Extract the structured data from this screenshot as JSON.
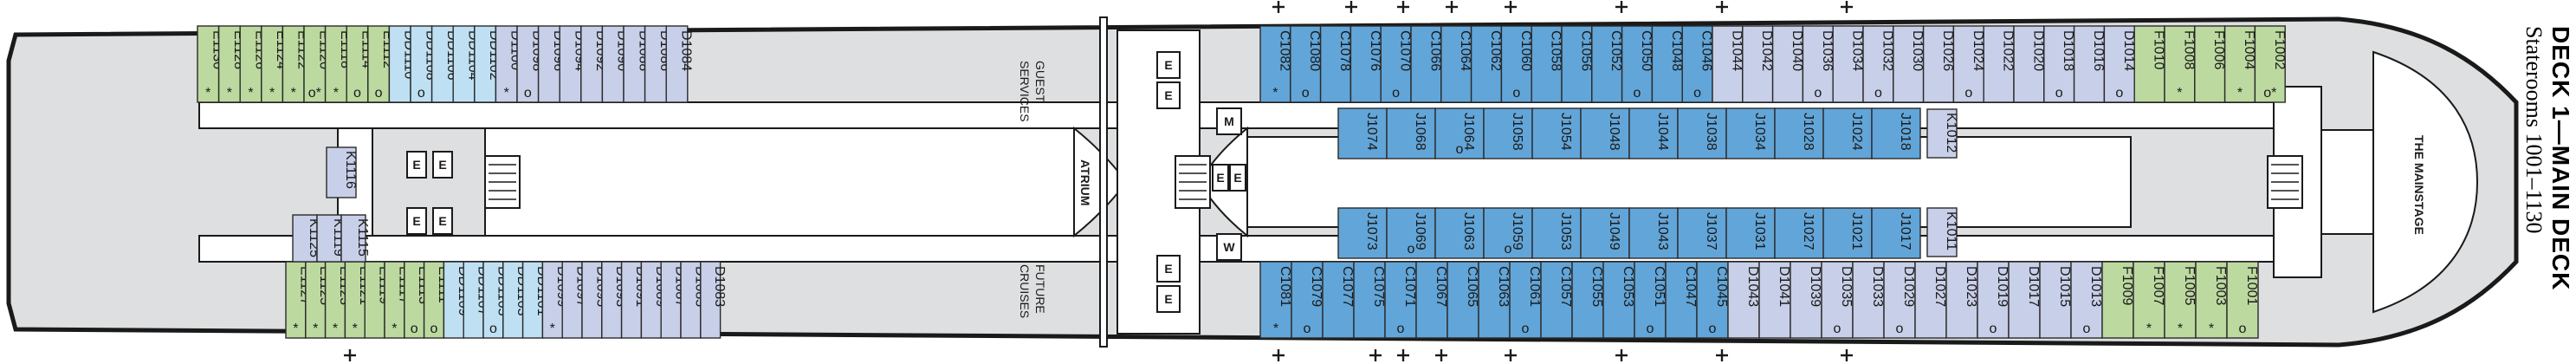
{
  "title": "DECK 1—MAIN DECK",
  "subtitle": "Staterooms 1001–1130",
  "venues": {
    "guest_services": [
      "GUEST",
      "SERVICES"
    ],
    "future_cruises": [
      "FUTURE",
      "CRUISES"
    ],
    "atrium": "ATRIUM",
    "mainstage": "THE MAINSTAGE"
  },
  "utility_labels": {
    "elevator": "E",
    "men": "M",
    "women": "W"
  },
  "colors": {
    "green": "#bcd9a0",
    "light_blue": "#bfe0f2",
    "blue": "#62a5d8",
    "lavender": "#c8cfe8"
  },
  "cabins": {
    "top_outer_aft": [
      {
        "id": "E1130",
        "sym": "*",
        "c": "green"
      },
      {
        "id": "E1128",
        "sym": "*",
        "c": "green"
      },
      {
        "id": "E1126",
        "sym": "*",
        "c": "green"
      },
      {
        "id": "E1124",
        "sym": "*",
        "c": "green"
      },
      {
        "id": "E1122",
        "sym": "*",
        "c": "green"
      },
      {
        "id": "E1120",
        "sym": "o*",
        "c": "green"
      },
      {
        "id": "E1118",
        "sym": "*",
        "c": "green"
      },
      {
        "id": "E1114",
        "sym": "o",
        "c": "green"
      },
      {
        "id": "E1112",
        "sym": "o",
        "c": "green"
      },
      {
        "id": "DD1110",
        "sym": "",
        "c": "light_blue"
      },
      {
        "id": "DD1108",
        "sym": "o",
        "c": "light_blue"
      },
      {
        "id": "DD1106",
        "sym": "",
        "c": "light_blue"
      },
      {
        "id": "DD1104",
        "sym": "",
        "c": "light_blue"
      },
      {
        "id": "DD1102",
        "sym": "",
        "c": "light_blue"
      },
      {
        "id": "D1100",
        "sym": "*",
        "c": "lavender"
      },
      {
        "id": "D1098",
        "sym": "o",
        "c": "lavender"
      },
      {
        "id": "D1096",
        "sym": "",
        "c": "lavender"
      },
      {
        "id": "D1094",
        "sym": "",
        "c": "lavender"
      },
      {
        "id": "D1092",
        "sym": "",
        "c": "lavender"
      },
      {
        "id": "D1090",
        "sym": "",
        "c": "lavender"
      },
      {
        "id": "D1088",
        "sym": "",
        "c": "lavender"
      },
      {
        "id": "D1086",
        "sym": "",
        "c": "lavender"
      },
      {
        "id": "D1084",
        "sym": "",
        "c": "lavender"
      }
    ],
    "bottom_outer_aft": [
      {
        "id": "E1127",
        "sym": "*",
        "c": "green"
      },
      {
        "id": "E1125",
        "sym": "*",
        "c": "green"
      },
      {
        "id": "E1123",
        "sym": "*",
        "c": "green"
      },
      {
        "id": "E1121",
        "sym": "*",
        "c": "green"
      },
      {
        "id": "E1119",
        "sym": "",
        "c": "green"
      },
      {
        "id": "E1117",
        "sym": "*",
        "c": "green"
      },
      {
        "id": "E1113",
        "sym": "o",
        "c": "green"
      },
      {
        "id": "E1111",
        "sym": "o",
        "c": "green"
      },
      {
        "id": "DD1109",
        "sym": "",
        "c": "light_blue"
      },
      {
        "id": "DD1107",
        "sym": "",
        "c": "light_blue"
      },
      {
        "id": "DD1105",
        "sym": "o",
        "c": "light_blue"
      },
      {
        "id": "DD1103",
        "sym": "",
        "c": "light_blue"
      },
      {
        "id": "DD1101",
        "sym": "",
        "c": "light_blue"
      },
      {
        "id": "D1099",
        "sym": "*",
        "c": "lavender"
      },
      {
        "id": "D1097",
        "sym": "",
        "c": "lavender"
      },
      {
        "id": "D1095",
        "sym": "",
        "c": "lavender"
      },
      {
        "id": "D1093",
        "sym": "",
        "c": "lavender"
      },
      {
        "id": "D1091",
        "sym": "",
        "c": "lavender"
      },
      {
        "id": "D1089",
        "sym": "",
        "c": "lavender"
      },
      {
        "id": "D1087",
        "sym": "",
        "c": "lavender"
      },
      {
        "id": "D1085",
        "sym": "",
        "c": "lavender"
      },
      {
        "id": "D1083",
        "sym": "",
        "c": "lavender"
      }
    ],
    "aft_inner": [
      {
        "id": "K1116",
        "c": "lavender"
      },
      {
        "id": "K1125",
        "c": "lavender"
      },
      {
        "id": "K1119",
        "c": "lavender"
      },
      {
        "id": "K1115",
        "c": "lavender"
      }
    ],
    "top_outer_fwd": [
      {
        "id": "C1082",
        "sym": "*",
        "c": "blue"
      },
      {
        "id": "C1080",
        "sym": "o",
        "c": "blue"
      },
      {
        "id": "C1078",
        "sym": "",
        "c": "blue"
      },
      {
        "id": "C1076",
        "sym": "",
        "c": "blue"
      },
      {
        "id": "C1070",
        "sym": "o",
        "c": "blue"
      },
      {
        "id": "C1066",
        "sym": "",
        "c": "blue"
      },
      {
        "id": "C1064",
        "sym": "",
        "c": "blue"
      },
      {
        "id": "C1062",
        "sym": "",
        "c": "blue"
      },
      {
        "id": "C1060",
        "sym": "o",
        "c": "blue"
      },
      {
        "id": "C1058",
        "sym": "",
        "c": "blue"
      },
      {
        "id": "C1056",
        "sym": "",
        "c": "blue"
      },
      {
        "id": "C1052",
        "sym": "",
        "c": "blue"
      },
      {
        "id": "C1050",
        "sym": "o",
        "c": "blue"
      },
      {
        "id": "C1048",
        "sym": "",
        "c": "blue"
      },
      {
        "id": "C1046",
        "sym": "o",
        "c": "blue"
      },
      {
        "id": "D1044",
        "sym": "",
        "c": "lavender"
      },
      {
        "id": "D1042",
        "sym": "",
        "c": "lavender"
      },
      {
        "id": "D1040",
        "sym": "",
        "c": "lavender"
      },
      {
        "id": "D1036",
        "sym": "o",
        "c": "lavender"
      },
      {
        "id": "D1034",
        "sym": "",
        "c": "lavender"
      },
      {
        "id": "D1032",
        "sym": "o",
        "c": "lavender"
      },
      {
        "id": "D1030",
        "sym": "",
        "c": "lavender"
      },
      {
        "id": "D1026",
        "sym": "",
        "c": "lavender"
      },
      {
        "id": "D1024",
        "sym": "o",
        "c": "lavender"
      },
      {
        "id": "D1022",
        "sym": "",
        "c": "lavender"
      },
      {
        "id": "D1020",
        "sym": "",
        "c": "lavender"
      },
      {
        "id": "D1018",
        "sym": "o",
        "c": "lavender"
      },
      {
        "id": "D1016",
        "sym": "",
        "c": "lavender"
      },
      {
        "id": "D1014",
        "sym": "o",
        "c": "lavender"
      },
      {
        "id": "F1010",
        "sym": "",
        "c": "green"
      },
      {
        "id": "F1008",
        "sym": "*",
        "c": "green"
      },
      {
        "id": "F1006",
        "sym": "",
        "c": "green"
      },
      {
        "id": "F1004",
        "sym": "*",
        "c": "green"
      },
      {
        "id": "F1002",
        "sym": "o*",
        "c": "green"
      }
    ],
    "bottom_outer_fwd": [
      {
        "id": "C1081",
        "sym": "*",
        "c": "blue"
      },
      {
        "id": "C1079",
        "sym": "o",
        "c": "blue"
      },
      {
        "id": "C1077",
        "sym": "",
        "c": "blue"
      },
      {
        "id": "C1075",
        "sym": "",
        "c": "blue"
      },
      {
        "id": "C1071",
        "sym": "o",
        "c": "blue"
      },
      {
        "id": "C1067",
        "sym": "",
        "c": "blue"
      },
      {
        "id": "C1065",
        "sym": "",
        "c": "blue"
      },
      {
        "id": "C1063",
        "sym": "",
        "c": "blue"
      },
      {
        "id": "C1061",
        "sym": "o",
        "c": "blue"
      },
      {
        "id": "C1057",
        "sym": "",
        "c": "blue"
      },
      {
        "id": "C1055",
        "sym": "",
        "c": "blue"
      },
      {
        "id": "C1053",
        "sym": "",
        "c": "blue"
      },
      {
        "id": "C1051",
        "sym": "o",
        "c": "blue"
      },
      {
        "id": "C1047",
        "sym": "",
        "c": "blue"
      },
      {
        "id": "C1045",
        "sym": "o",
        "c": "blue"
      },
      {
        "id": "D1043",
        "sym": "",
        "c": "lavender"
      },
      {
        "id": "D1041",
        "sym": "",
        "c": "lavender"
      },
      {
        "id": "D1039",
        "sym": "",
        "c": "lavender"
      },
      {
        "id": "D1035",
        "sym": "o",
        "c": "lavender"
      },
      {
        "id": "D1033",
        "sym": "",
        "c": "lavender"
      },
      {
        "id": "D1029",
        "sym": "o",
        "c": "lavender"
      },
      {
        "id": "D1027",
        "sym": "",
        "c": "lavender"
      },
      {
        "id": "D1023",
        "sym": "",
        "c": "lavender"
      },
      {
        "id": "D1019",
        "sym": "o",
        "c": "lavender"
      },
      {
        "id": "D1017",
        "sym": "",
        "c": "lavender"
      },
      {
        "id": "D1015",
        "sym": "",
        "c": "lavender"
      },
      {
        "id": "D1013",
        "sym": "o",
        "c": "lavender"
      },
      {
        "id": "F1009",
        "sym": "",
        "c": "green"
      },
      {
        "id": "F1007",
        "sym": "*",
        "c": "green"
      },
      {
        "id": "F1005",
        "sym": "*",
        "c": "green"
      },
      {
        "id": "F1003",
        "sym": "*",
        "c": "green"
      },
      {
        "id": "F1001",
        "sym": "o",
        "c": "green"
      }
    ],
    "inner_top_fwd": [
      {
        "id": "J1074",
        "sym": ""
      },
      {
        "id": "J1068",
        "sym": ""
      },
      {
        "id": "J1064",
        "sym": "o"
      },
      {
        "id": "J1058",
        "sym": ""
      },
      {
        "id": "J1054",
        "sym": ""
      },
      {
        "id": "J1048",
        "sym": ""
      },
      {
        "id": "J1044",
        "sym": ""
      },
      {
        "id": "J1038",
        "sym": ""
      },
      {
        "id": "J1034",
        "sym": ""
      },
      {
        "id": "J1028",
        "sym": ""
      },
      {
        "id": "J1024",
        "sym": ""
      },
      {
        "id": "J1018",
        "sym": ""
      }
    ],
    "inner_bottom_fwd": [
      {
        "id": "J1073",
        "sym": ""
      },
      {
        "id": "J1069",
        "sym": "o"
      },
      {
        "id": "J1063",
        "sym": ""
      },
      {
        "id": "J1059",
        "sym": "o"
      },
      {
        "id": "J1053",
        "sym": ""
      },
      {
        "id": "J1049",
        "sym": ""
      },
      {
        "id": "J1043",
        "sym": ""
      },
      {
        "id": "J1037",
        "sym": ""
      },
      {
        "id": "J1031",
        "sym": ""
      },
      {
        "id": "J1027",
        "sym": ""
      },
      {
        "id": "J1021",
        "sym": ""
      },
      {
        "id": "J1017",
        "sym": ""
      }
    ],
    "fwd_inner_k": [
      {
        "id": "K1012",
        "sym": "o"
      },
      {
        "id": "K1011",
        "sym": "o"
      }
    ]
  }
}
